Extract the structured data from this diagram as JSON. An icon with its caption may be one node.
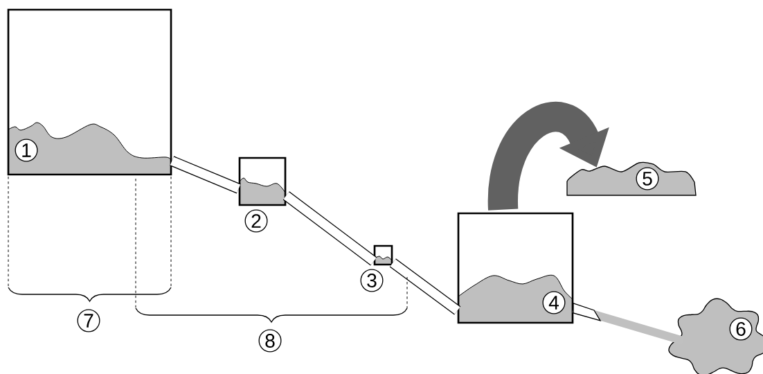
{
  "diagram": {
    "nodes": [
      {
        "text": [
          "1"
        ]
      },
      {
        "text": [
          "2"
        ]
      },
      {
        "text": [
          "3"
        ]
      },
      {
        "text": [
          "4"
        ]
      },
      {
        "text": [
          "5"
        ]
      },
      {
        "text": [
          "6"
        ]
      },
      {
        "text": [
          "7"
        ]
      },
      {
        "text": [
          "8"
        ]
      }
    ],
    "edges": [
      {
        "from": 0,
        "to": 1,
        "arrow": "none"
      },
      {
        "from": 1,
        "to": 2,
        "arrow": "none"
      },
      {
        "from": 2,
        "to": 3,
        "arrow": "none"
      },
      {
        "from": 3,
        "to": 4,
        "arrow": "to",
        "style": "thick",
        "color": "#616161"
      },
      {
        "from": 3,
        "to": 5,
        "arrow": "none",
        "color": "#c0c0c0"
      }
    ]
  }
}
